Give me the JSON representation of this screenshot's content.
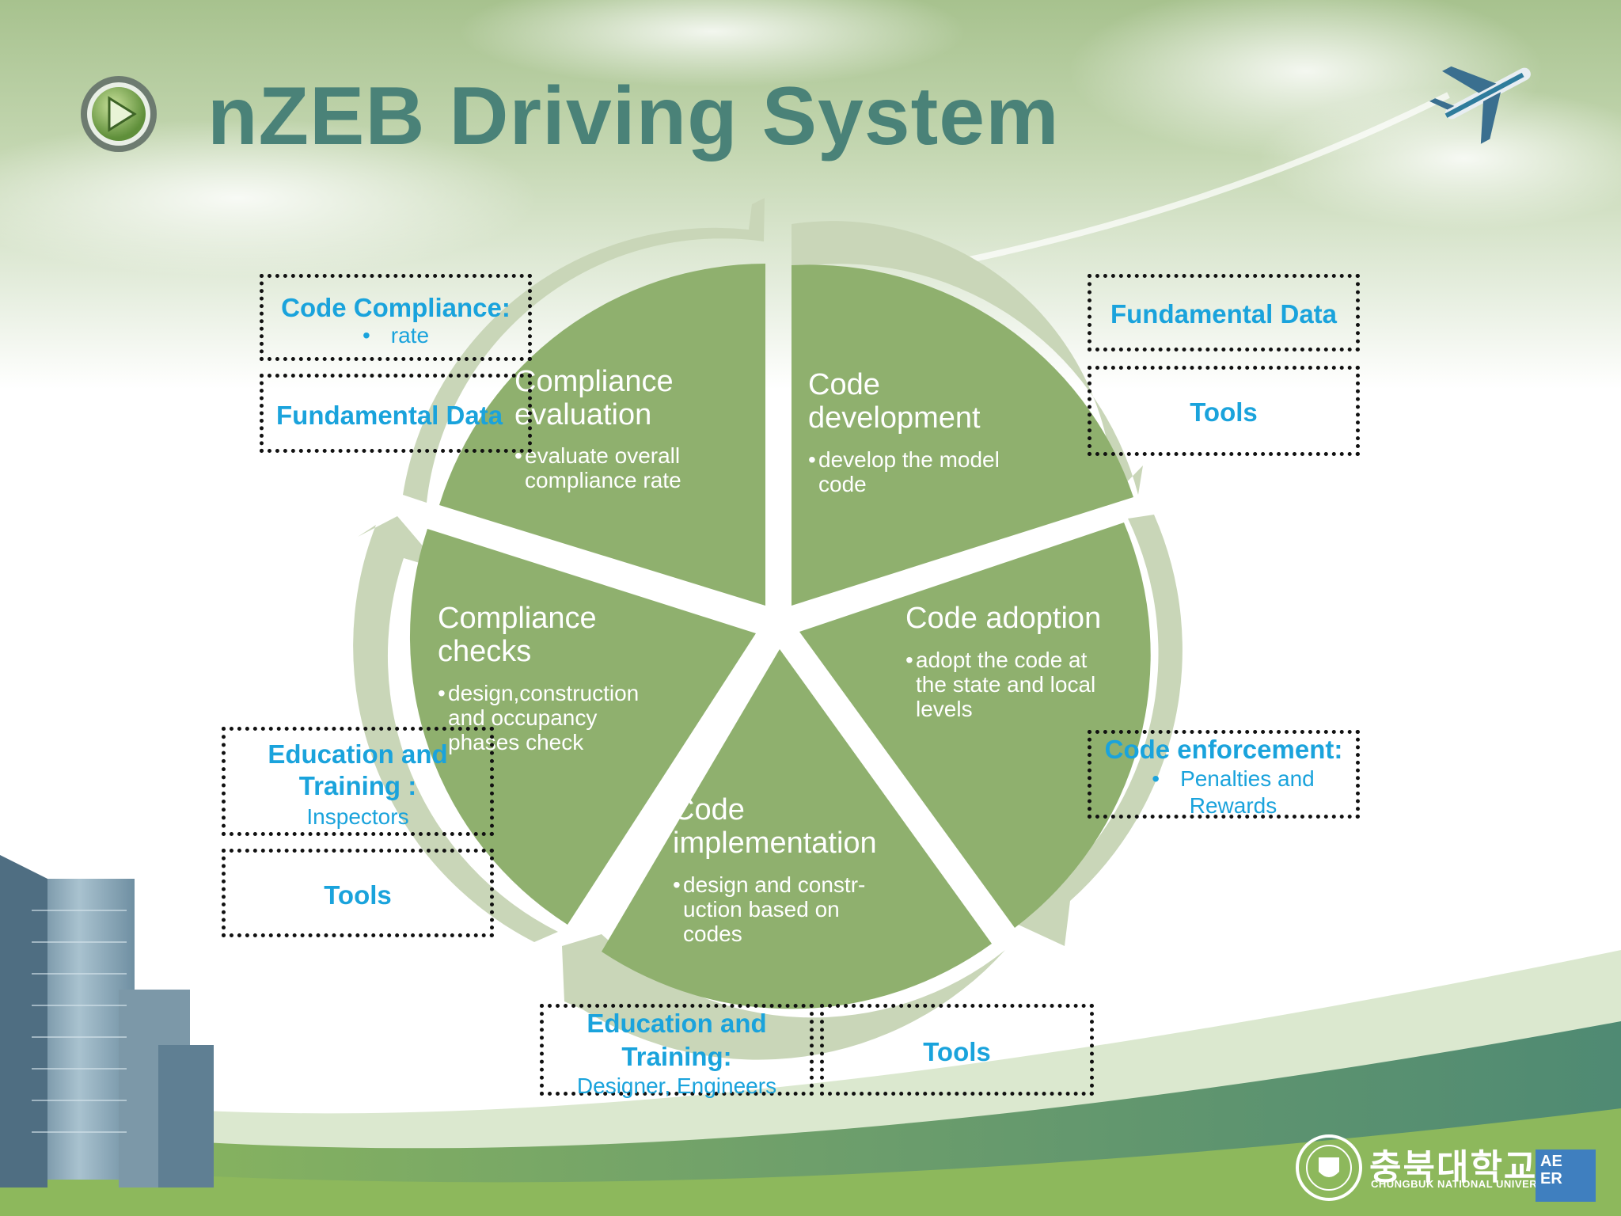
{
  "title": "nZEB Driving System",
  "segments": [
    {
      "title": "Code development",
      "lines": [
        "develop the model",
        "code"
      ]
    },
    {
      "title": "Code adoption",
      "lines": [
        "adopt the code at",
        "the state and local",
        "levels"
      ]
    },
    {
      "title": "Code implementation",
      "lines": [
        "design and constr-",
        "uction based on",
        "codes"
      ]
    },
    {
      "title": "Compliance checks",
      "lines": [
        "design,construction",
        "and occupancy",
        "phases check"
      ]
    },
    {
      "title": "Compliance evaluation",
      "lines": [
        "evaluate overall",
        "compliance rate"
      ]
    }
  ],
  "boxes": {
    "top_right_1": {
      "heading": "Fundamental Data"
    },
    "top_right_2": {
      "heading": "Tools"
    },
    "mid_right": {
      "heading": "Code enforcement:",
      "bullet": "•",
      "sub1": "Penalties and",
      "sub2": "Rewards"
    },
    "bottom_center_left": {
      "heading1": "Education and",
      "heading2": "Training:",
      "sub": "Designer, Engineers"
    },
    "bottom_center_right": {
      "heading": "Tools"
    },
    "left_lower_1": {
      "heading1": "Education and",
      "heading2": "Training :",
      "sub": "Inspectors"
    },
    "left_lower_2": {
      "heading": "Tools"
    },
    "top_left_1": {
      "heading": "Code Compliance:",
      "bullet": "•",
      "sub": "rate"
    },
    "top_left_2": {
      "heading": "Fundamental Data"
    }
  },
  "logo": {
    "korean": "충북대학교",
    "english": "CHUNGBUK NATIONAL UNIVERSITY",
    "lab": "AE ER"
  },
  "colors": {
    "wedge": "#8fb06e",
    "arrow": "#c9d6b8",
    "title": "#4a8278",
    "box_text": "#1aa3dc",
    "band_dark": "#4f8a73",
    "band_light": "#8db85c"
  },
  "icons": [
    "play-button-icon",
    "airplane-icon",
    "building-icon",
    "university-seal-icon"
  ]
}
